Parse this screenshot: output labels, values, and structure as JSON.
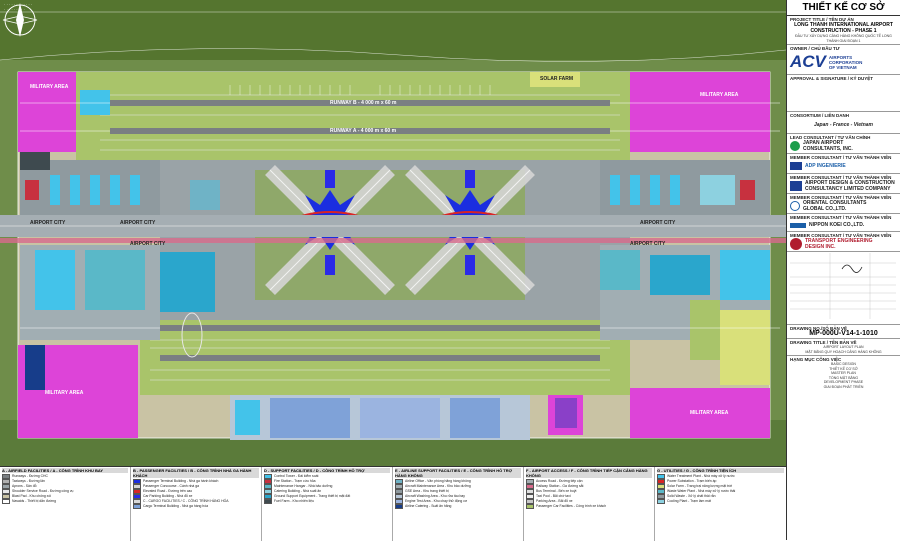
{
  "header": {
    "title": "THIẾT KẾ CƠ SỞ"
  },
  "project": {
    "caption": "PROJECT TITLE / TÊN DỰ ÁN",
    "title_en_1": "LONG THANH INTERNATIONAL AIRPORT",
    "title_en_2": "CONSTRUCTION - PHASE 1",
    "title_vi_1": "ĐẦU TƯ XÂY DỰNG CẢNG HÀNG KHÔNG QUỐC TẾ LONG",
    "title_vi_2": "THÀNH GIAI ĐOẠN 1"
  },
  "owner": {
    "caption": "OWNER / CHỦ ĐẦU TƯ",
    "logo": "ACV",
    "name_1": "AIRPORTS",
    "name_2": "CORPORATION",
    "name_3": "OF VIETNAM"
  },
  "approval": {
    "caption": "APPROVAL & SIGNATURE / KÝ DUYỆT"
  },
  "consortium": {
    "caption": "CONSORTIUM / LIÊN DANH",
    "name": "Japan - France - Vietnam"
  },
  "lead": {
    "caption": "LEAD CONSULTANT / TƯ VẤN CHÍNH",
    "name_1": "JAPAN AIRPORT",
    "name_2": "CONSULTANTS, INC."
  },
  "members": [
    {
      "caption": "MEMBER CONSULTANT / TƯ VẤN THÀNH VIÊN",
      "name_1": "ADP INGENIERIE",
      "name_2": ""
    },
    {
      "caption": "MEMBER CONSULTANT / TƯ VẤN THÀNH VIÊN",
      "name_1": "AIRPORT DESIGN & CONSTRUCTION",
      "name_2": "CONSULTANCY LIMITED COMPANY"
    },
    {
      "caption": "MEMBER CONSULTANT / TƯ VẤN THÀNH VIÊN",
      "name_1": "ORIENTAL CONSULTANTS",
      "name_2": "GLOBAL CO.,LTD."
    },
    {
      "caption": "MEMBER CONSULTANT / TƯ VẤN THÀNH VIÊN",
      "name_1": "NIPPON KOEI CO.,LTD.",
      "name_2": ""
    },
    {
      "caption": "MEMBER CONSULTANT / TƯ VẤN THÀNH VIÊN",
      "name_1": "TRANSPORT ENGINEERING",
      "name_2": "DESIGN INC."
    }
  ],
  "drawing": {
    "no_caption": "DRAWING NO./SỐ BẢN VẼ",
    "number": "MP-000U-V14-1-1010",
    "title_caption": "DRAWING TITLE / TÊN BẢN VẼ",
    "title_en": "AIRPORT LAYOUT PLAN",
    "title_vi": "MẶT BẰNG QUY HOẠCH CẢNG HÀNG KHÔNG",
    "stage_caption": "HẠNG MỤC CÔNG VIỆC",
    "stage_1": "BASIC DESIGN",
    "stage_2": "THIẾT KẾ CƠ SỞ",
    "stage_3": "MASTER PLAN",
    "stage_4": "TỔNG MẶT BẰNG",
    "stage_5": "DEVELOPMENT PHASE",
    "stage_6": "GIAI ĐOẠN PHÁT TRIỂN"
  },
  "map_labels": {
    "runway_b": "RUNWAY B - 4 000 m x 60 m",
    "runway_a": "RUNWAY A - 4 000 m x 60 m",
    "airport_city": "AIRPORT CITY",
    "military_area": "MILITARY AREA",
    "solar_farm": "SOLAR FARM"
  },
  "legend": {
    "cols": [
      {
        "head": "A - AIRFIELD FACILITIES / A - CÔNG TRÌNH KHU BAY",
        "rows": [
          "Runways - Đường CHC",
          "Taxiways - Đường lăn",
          "Aprons - Sân đỗ",
          "Shoulder Service Road - Đường công vụ",
          "Blast Pad - Khu chống xói",
          "Navaids - Thiết bị dẫn đường"
        ]
      },
      {
        "head": "B - PASSENGER FACILITIES / B - CÔNG TRÌNH NHÀ GA HÀNH KHÁCH",
        "rows": [
          "Passenger Terminal Building - Nhà ga hành khách",
          "Passenger Concourse - Cánh nhà ga",
          "Elevated Road - Đường trên cao",
          "Car Parking Building - Nhà đỗ xe",
          "C - CARGO FACILITIES / C - CÔNG TRÌNH HÀNG HÓA",
          "Cargo Terminal Building - Nhà ga hàng hóa"
        ]
      },
      {
        "head": "D - SUPPORT FACILITIES / D - CÔNG TRÌNH HỖ TRỢ",
        "rows": [
          "Control Tower - Đài kiểm soát",
          "Fire Station - Trạm cứu hỏa",
          "Maintenance Hangar - Nhà bảo dưỡng",
          "Catering Building - Nhà suất ăn",
          "Ground Support Equipment - Trang thiết bị mặt đất",
          "Fuel Farm - Kho nhiên liệu"
        ]
      },
      {
        "head": "E - AIRLINE SUPPORT FACILITIES / E - CÔNG TRÌNH HỖ TRỢ HÀNG KHÔNG",
        "rows": [
          "Airline Office - Văn phòng hãng hàng không",
          "Aircraft Maintenance Area - Khu bảo dưỡng",
          "GSE Area - Khu trang thiết bị",
          "Aircraft Washing Area - Khu rửa tàu bay",
          "Engine Test Area - Khu chạy thử động cơ",
          "Airline Catering - Suất ăn hãng"
        ]
      },
      {
        "head": "F - AIRPORT ACCESS / F - CÔNG TRÌNH TIẾP CẬN CẢNG HÀNG KHÔNG",
        "rows": [
          "Access Road - Đường tiếp cận",
          "Railway Station - Ga đường sắt",
          "Bus Terminal - Bến xe buýt",
          "Taxi Pool - Bãi chờ taxi",
          "Parking Area - Bãi đỗ xe",
          "Passenger Car Facilities - Công trình xe khách"
        ]
      },
      {
        "head": "G - UTILITIES / G - CÔNG TRÌNH TIỆN ÍCH",
        "rows": [
          "Water Treatment Plant - Nhà máy xử lý nước",
          "Power Substation - Trạm biến áp",
          "Solar Farm - Trang trại năng lượng mặt trời",
          "Waste Water Plant - Nhà máy xử lý nước thải",
          "Solid Waste - Xử lý chất thải rắn",
          "Cooling Plant - Trạm làm mát"
        ]
      }
    ]
  },
  "colors": {
    "grass": "#6f8d4a",
    "light_green": "#a9c46a",
    "apron": "#9aa3a7",
    "terminal": "#1b2ee0",
    "military": "#dd44d8",
    "cargo_blue": "#43c3ea",
    "red_accent": "#d92525"
  }
}
